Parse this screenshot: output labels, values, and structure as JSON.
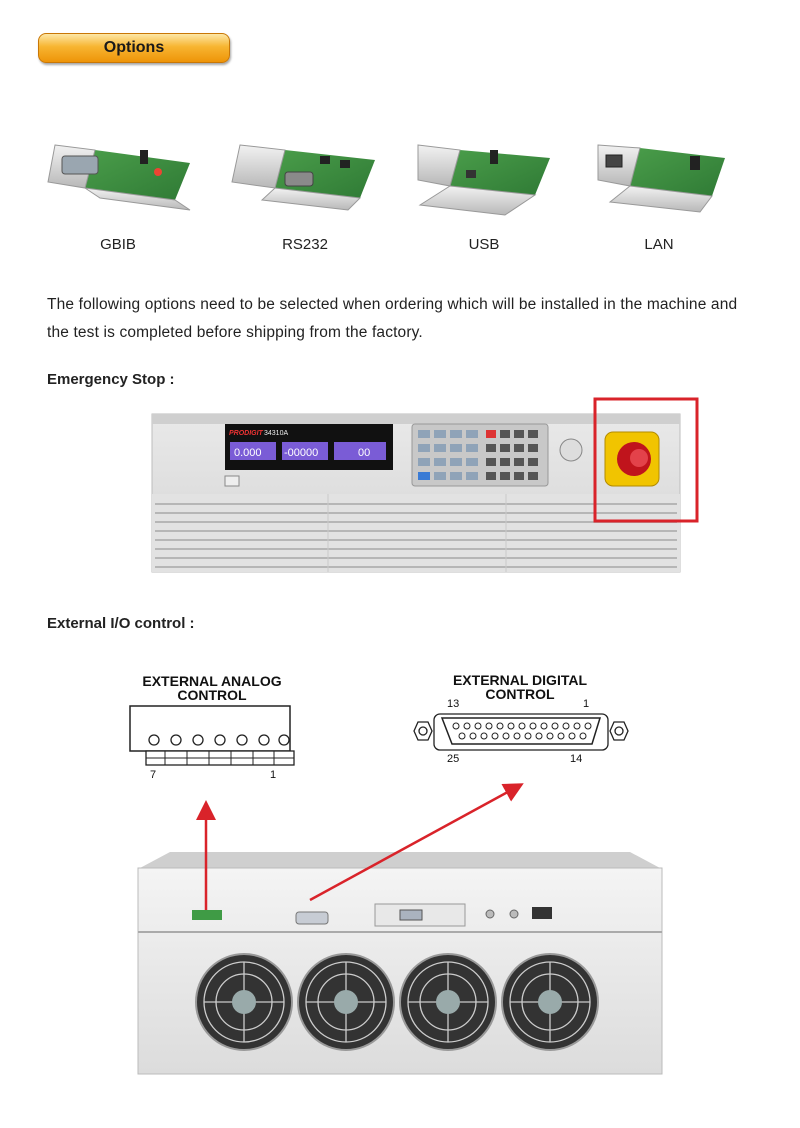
{
  "header": {
    "title": "Options"
  },
  "cards": [
    {
      "label": "GBIB"
    },
    {
      "label": "RS232"
    },
    {
      "label": "USB"
    },
    {
      "label": "LAN"
    }
  ],
  "intro_text": "The following options need to be selected when ordering which will be installed in the machine and the test is completed before shipping from the factory.",
  "emergency": {
    "title": "Emergency Stop :",
    "brand": "PRODIGIT",
    "model": "34310A",
    "readouts": [
      "0.000",
      "-00000",
      "00"
    ]
  },
  "external_io": {
    "title": "External I/O control :",
    "analog_title_line1": "EXTERNAL ANALOG",
    "analog_title_line2": "CONTROL",
    "analog_pin_left": "7",
    "analog_pin_right": "1",
    "digital_title_line1": "EXTERNAL DIGITAL",
    "digital_title_line2": "CONTROL",
    "digital_pin_top_left": "13",
    "digital_pin_top_right": "1",
    "digital_pin_bottom_left": "25",
    "digital_pin_bottom_right": "14"
  },
  "colors": {
    "accent_orange": "#f7b531",
    "highlight_red": "#d9232a"
  }
}
